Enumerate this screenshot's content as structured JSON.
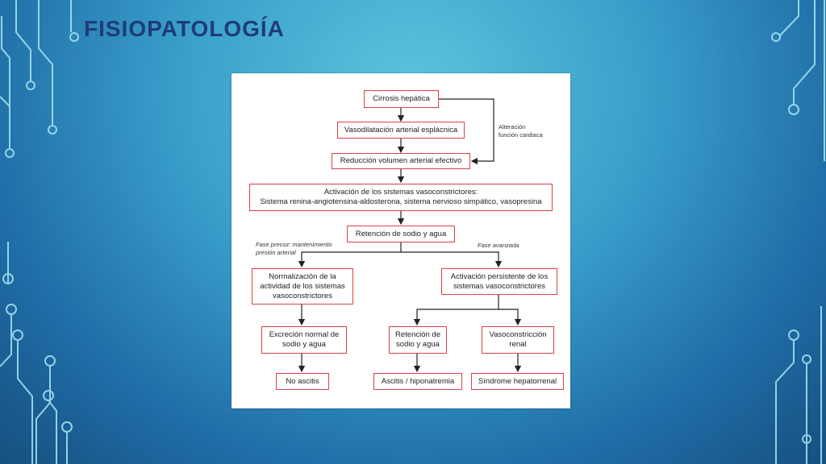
{
  "slide": {
    "title": "FISIOPATOLOGÍA"
  },
  "colors": {
    "node_border": "#d8424a",
    "title": "#1e3c78",
    "circuit_lines": "#a9e6f4"
  },
  "diagram": {
    "nodes": {
      "cirrosis": "Cirrosis hepática",
      "vasodilatacion": "Vasodilatación arterial esplácnica",
      "reduccion": "Reducción volumen arterial efectivo",
      "activacion": "Activación de los sistemas vasoconstrictores:\nSistema renina-angiotensina-aldosterona, sistema nervioso simpático, vasopresina",
      "retencion_sodio": "Retención de sodio y agua",
      "normalizacion": "Normalización de la\nactividad de los sistemas\nvasoconstrictores",
      "activacion_persistente": "Activación persistente de los\nsistemas vasoconstrictores",
      "excrecion": "Excreción normal de\nsodio y agua",
      "retencion2": "Retención de\nsodio y agua",
      "vasoconstriccion": "Vasoconstricción\nrenal",
      "no_ascitis": "No ascitis",
      "ascitis": "Ascitis / hiponatremia",
      "hepatorrenal": "Síndrome hepatorrenal"
    },
    "notes": {
      "alteracion": "Alteración\nfunción cardiaca",
      "fase_precoz": "Fase precoz: mantenimiento\npresión arterial",
      "fase_avanzada": "Fase avanzada"
    }
  }
}
